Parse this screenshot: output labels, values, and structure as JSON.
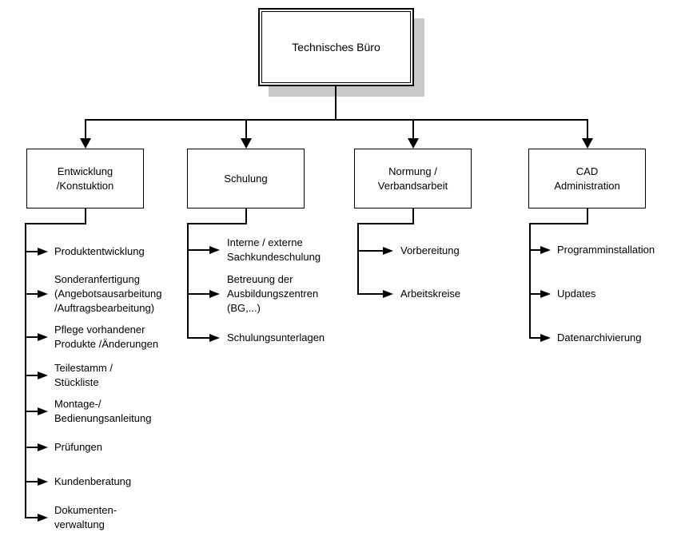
{
  "title": "Technisches Büro",
  "colors": {
    "line": "#000000",
    "text": "#000000",
    "background": "#ffffff",
    "root_shadow": "#c9c9c9"
  },
  "icons": {
    "branch_marker": "right-filled-triangle-arrow",
    "drop_marker": "down-filled-triangle-arrow"
  },
  "root": {
    "label": "Technisches Büro"
  },
  "departments": [
    {
      "label": "Entwicklung\n/Konstuktion",
      "items": [
        "Produktentwicklung",
        "Sonderanfertigung\n(Angebotsausarbeitung\n/Auftragsbearbeitung)",
        "Pflege vorhandener\nProdukte /Änderungen",
        "Teilestamm /\nStückliste",
        "Montage-/\nBedienungsanleitung",
        "Prüfungen",
        "Kundenberatung",
        "Dokumenten-\nverwaltung"
      ]
    },
    {
      "label": "Schulung",
      "items": [
        "Interne / externe\nSachkundeschulung",
        "Betreuung der\nAusbildungszentren\n(BG,...)",
        "Schulungsunterlagen"
      ]
    },
    {
      "label": "Normung /\nVerbandsarbeit",
      "items": [
        "Vorbereitung",
        "Arbeitskreise"
      ]
    },
    {
      "label": "CAD\nAdministration",
      "items": [
        "Programminstallation",
        "Updates",
        "Datenarchivierung"
      ]
    }
  ]
}
